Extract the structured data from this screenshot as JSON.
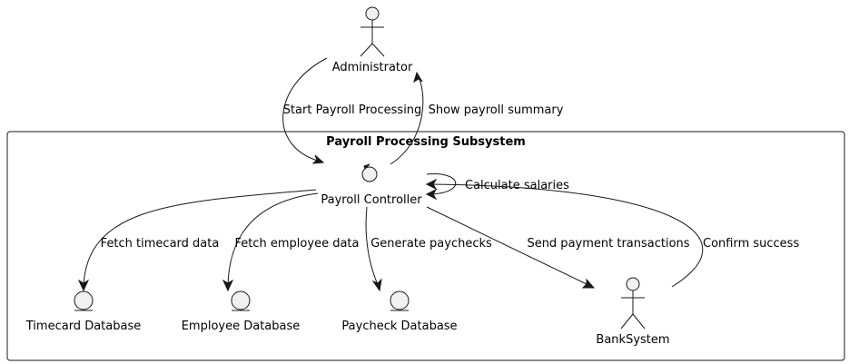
{
  "actors": {
    "administrator": "Administrator",
    "bank_system": "BankSystem"
  },
  "subsystem": {
    "title": "Payroll Processing Subsystem"
  },
  "controller": {
    "label": "Payroll Controller"
  },
  "entities": {
    "timecard_db": "Timecard Database",
    "employee_db": "Employee Database",
    "paycheck_db": "Paycheck Database"
  },
  "edges": {
    "start_processing": "Start Payroll Processing",
    "show_summary": "Show payroll summary",
    "calculate_salaries": "Calculate salaries",
    "fetch_timecard": "Fetch timecard data",
    "fetch_employee": "Fetch employee data",
    "generate_paychecks": "Generate paychecks",
    "send_payment": "Send payment transactions",
    "confirm_success": "Confirm success"
  }
}
